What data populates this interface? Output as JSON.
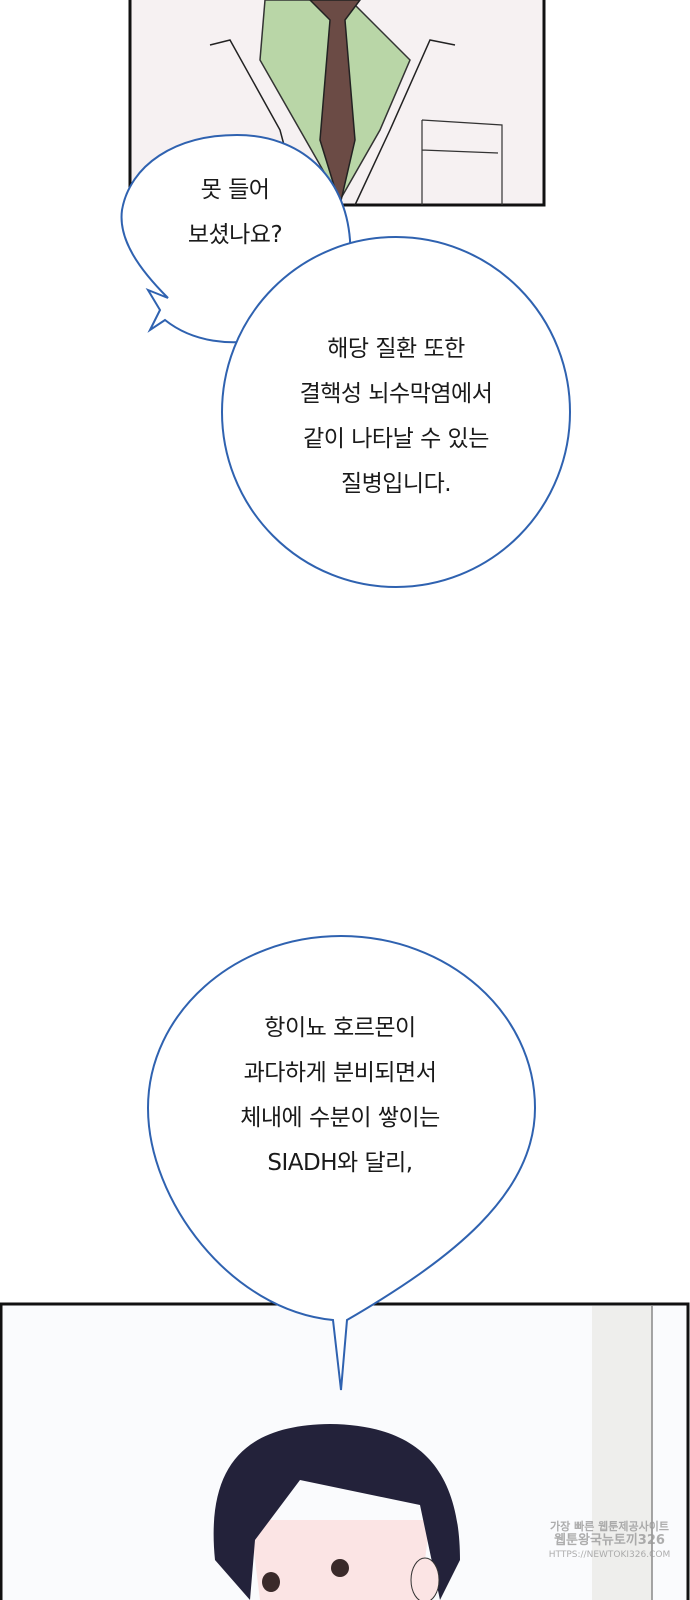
{
  "bubbles": [
    {
      "lines": [
        "못 들어",
        "보셨나요?"
      ]
    },
    {
      "lines": [
        "해당 질환 또한",
        "결핵성 뇌수막염에서",
        "같이 나타날 수 있는",
        "질병입니다."
      ]
    },
    {
      "lines": [
        "항이뇨 호르몬이",
        "과다하게 분비되면서",
        "체내에 수분이 쌓이는",
        "SIADH와 달리,"
      ]
    }
  ],
  "watermark": {
    "line1": "가장 빠른 웹툰제공사이트",
    "line2": "웹툰왕국뉴토끼326",
    "url": "HTTPS://NEWTOKI326.COM"
  },
  "colors": {
    "bubble_stroke": "#2f62b0",
    "hair": "#23223a",
    "tie": "#6b4b45",
    "shirt": "#b9d6a7"
  }
}
